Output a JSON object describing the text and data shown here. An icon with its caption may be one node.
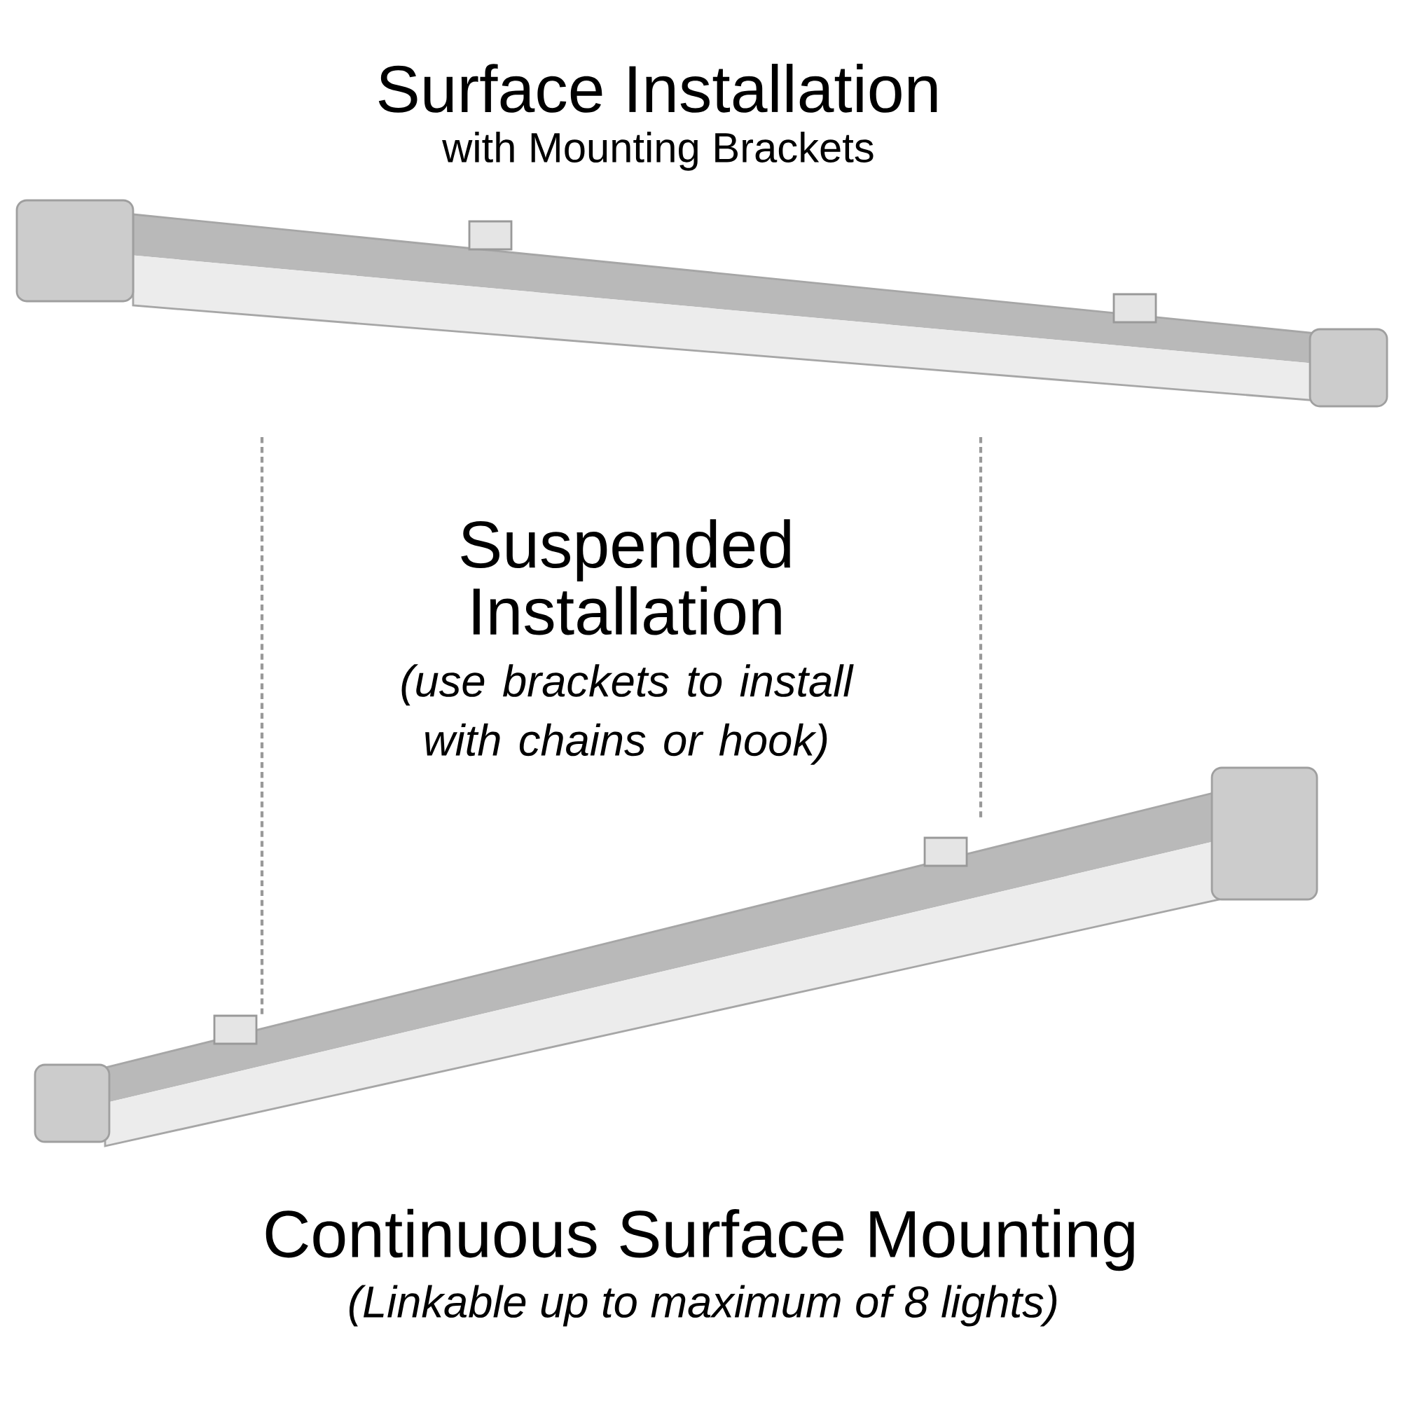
{
  "diagram": {
    "labels": [
      "Surface Installation",
      "with Mounting Brackets",
      "Suspended Installation",
      "(use brackets to install with chains or hook)",
      "Continuous Surface Mounting",
      "(Linkable up to maximum of 8 lights)"
    ]
  }
}
